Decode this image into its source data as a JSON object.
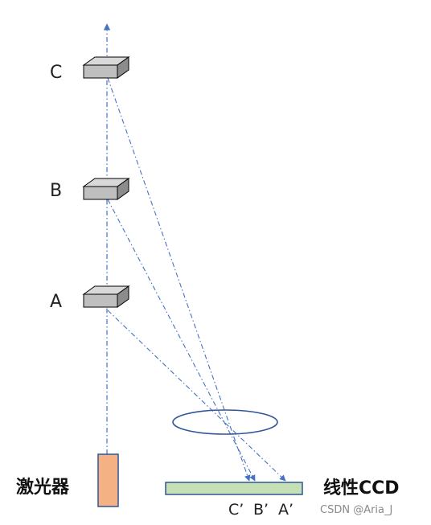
{
  "diagram": {
    "blocks": [
      {
        "id": "C",
        "label": "C"
      },
      {
        "id": "B",
        "label": "B"
      },
      {
        "id": "A",
        "label": "A"
      }
    ],
    "laser_label": "激光器",
    "ccd_label": "线性CCD",
    "image_labels": [
      "C’",
      "B’",
      "A’"
    ],
    "watermark": "CSDN @Aria_J",
    "colors": {
      "beam": "#4472c4",
      "laser_fill": "#f4b183",
      "laser_stroke": "#2f5597",
      "ccd_fill": "#c5e0b4",
      "ccd_stroke": "#2f5597",
      "lens_stroke": "#2f5597",
      "block_top": "#d9d9d9",
      "block_front": "#bfbfbf",
      "block_side": "#8c8c8c",
      "block_stroke": "#000000"
    }
  }
}
